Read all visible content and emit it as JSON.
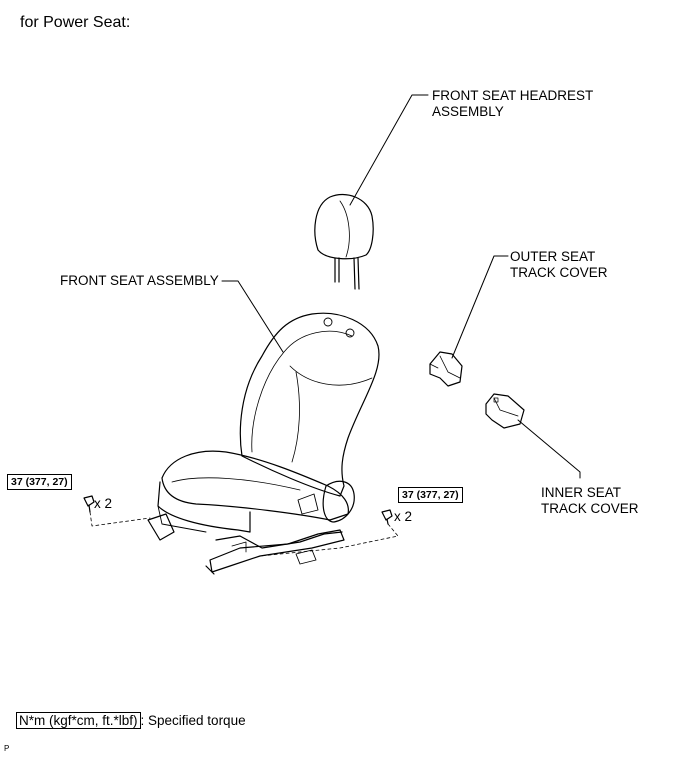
{
  "heading": "for Power Seat:",
  "labels": {
    "headrest_line1": "FRONT SEAT HEADREST",
    "headrest_line2": "ASSEMBLY",
    "seat_assembly": "FRONT SEAT ASSEMBLY",
    "outer_cover_line1": "OUTER SEAT",
    "outer_cover_line2": "TRACK COVER",
    "inner_cover_line1": "INNER SEAT",
    "inner_cover_line2": "TRACK COVER"
  },
  "torque": {
    "left_value": "37 (377, 27)",
    "left_qty": "x 2",
    "right_value": "37 (377, 27)",
    "right_qty": "x 2"
  },
  "legend": {
    "unit": "N*m (kgf*cm, ft.*lbf)",
    "description": ": Specified torque"
  },
  "figure_code": "P"
}
